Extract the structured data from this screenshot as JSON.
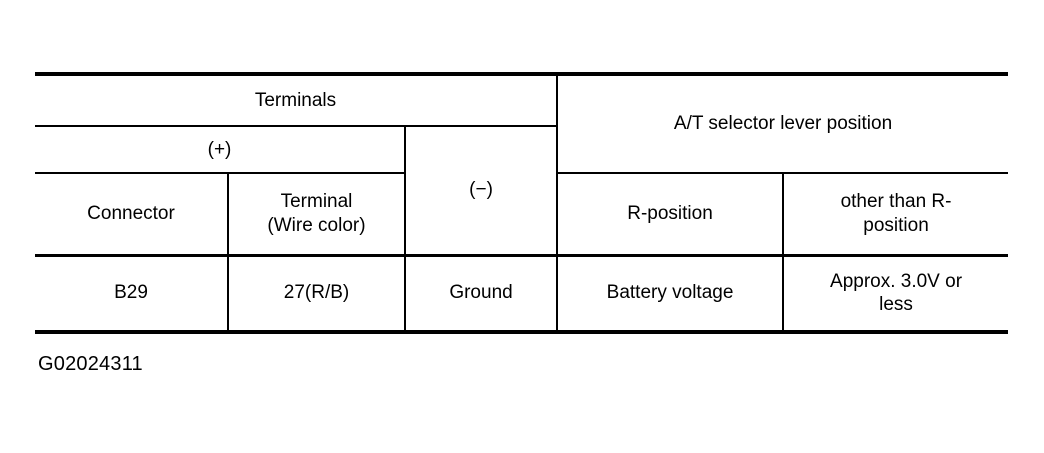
{
  "figure": {
    "caption": "G02024311"
  },
  "table": {
    "header": {
      "terminals_label": "Terminals",
      "positive_label": "(+)",
      "negative_label": "(−)",
      "connector_label": "Connector",
      "terminal_label_line1": "Terminal",
      "terminal_label_line2": "(Wire color)",
      "at_selector_label": "A/T selector lever position",
      "r_position_label": "R-position",
      "other_than_r_line1": "other than R-",
      "other_than_r_line2": "position"
    },
    "rows": [
      {
        "connector": "B29",
        "terminal": "27(R/B)",
        "negative": "Ground",
        "r_position": "Battery voltage",
        "other_than_r_line1": "Approx. 3.0V or",
        "other_than_r_line2": "less"
      }
    ]
  },
  "colors": {
    "rule": "#000000",
    "text": "#000000",
    "background": "#ffffff"
  }
}
